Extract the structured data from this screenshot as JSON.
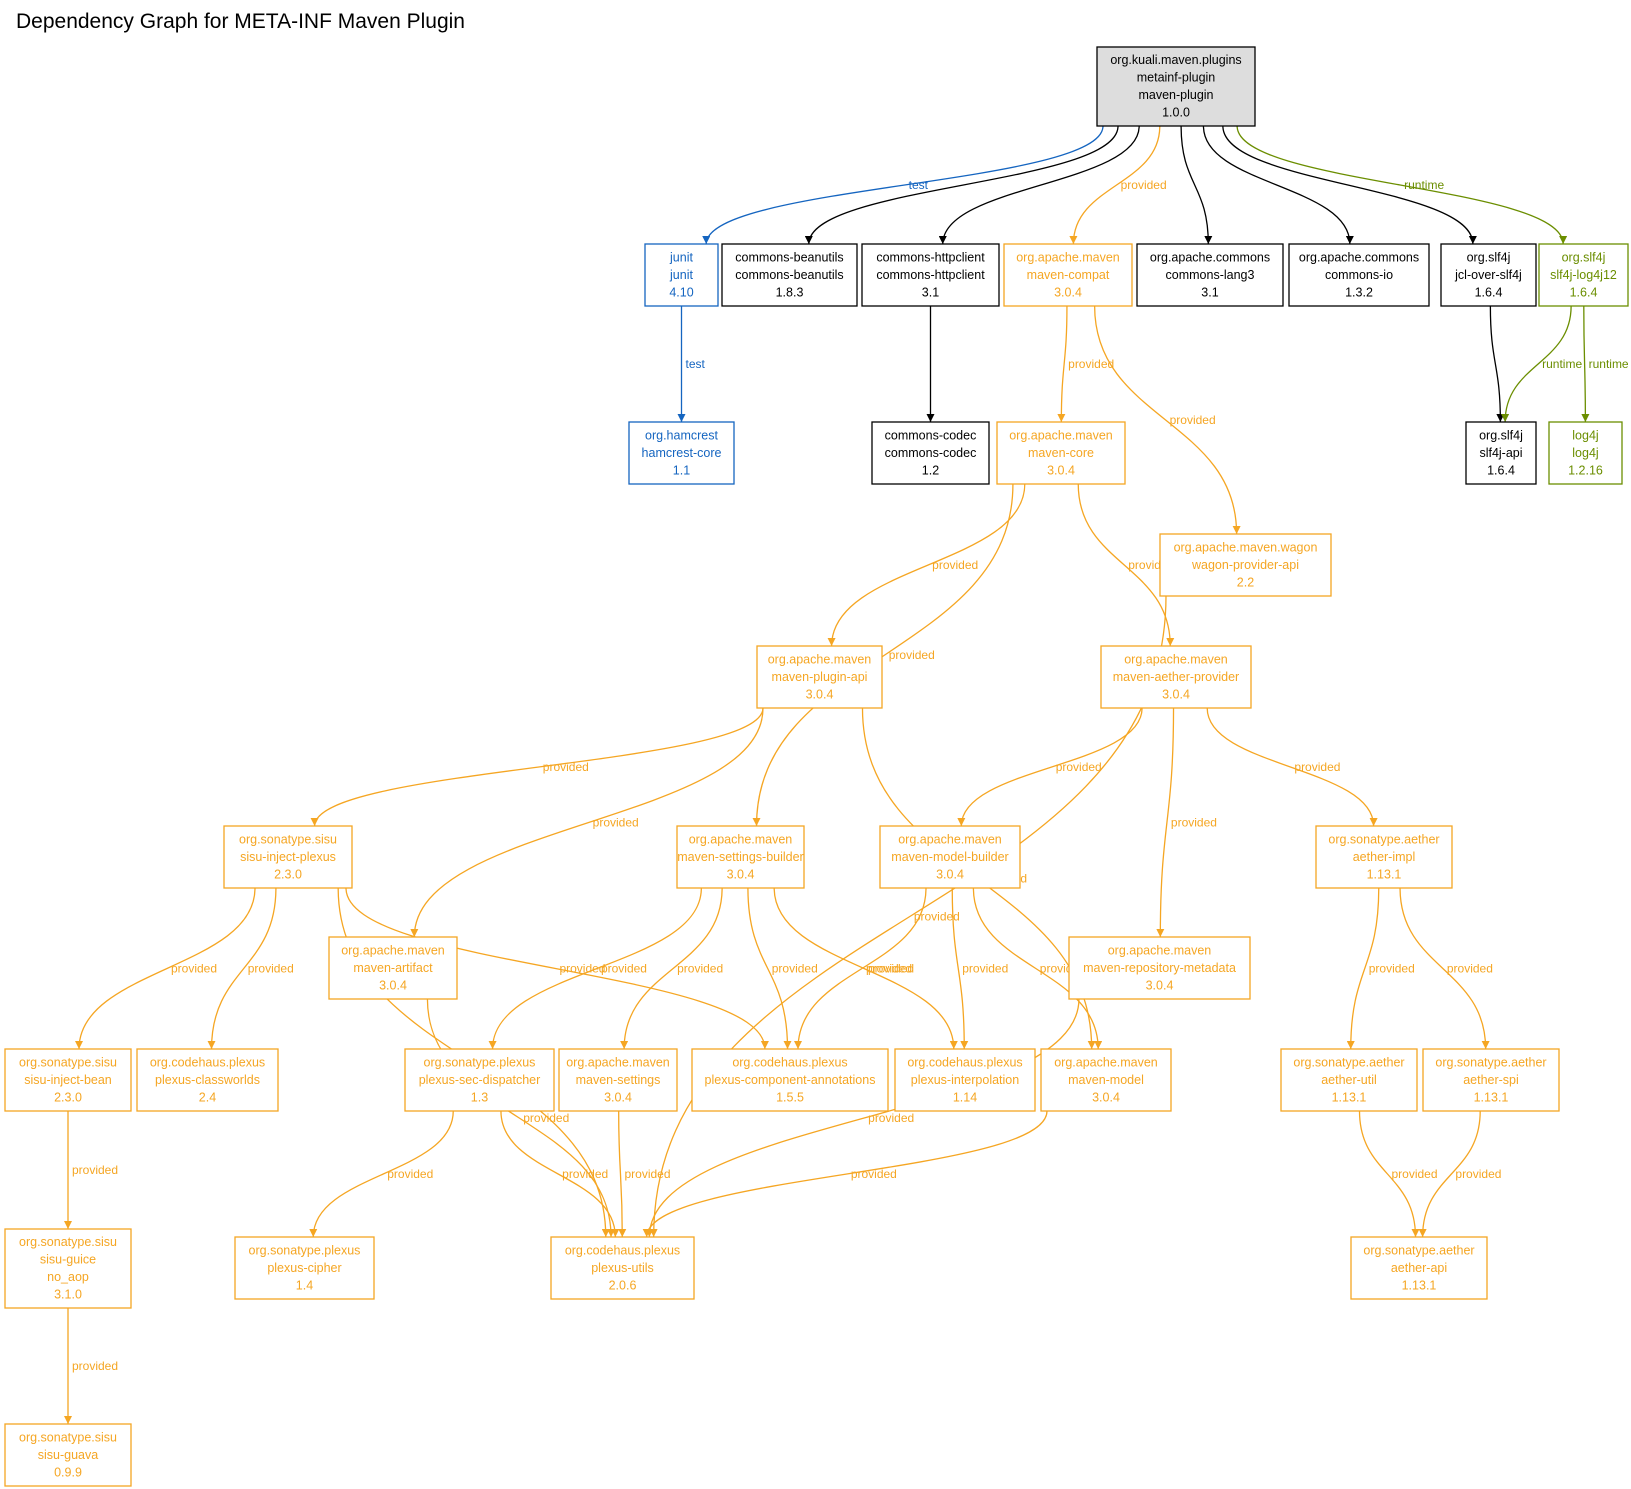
{
  "title": "Dependency Graph for META-INF Maven Plugin",
  "colors": {
    "compile": "#000000",
    "test": "#1565c0",
    "provided": "#f5a623",
    "runtime": "#6b8e00",
    "root_fill": "#dddddd"
  },
  "nodes": [
    {
      "id": "root",
      "scope": "root",
      "lines": [
        "org.kuali.maven.plugins",
        "metainf-plugin",
        "maven-plugin",
        "1.0.0"
      ]
    },
    {
      "id": "junit",
      "scope": "test",
      "lines": [
        "junit",
        "junit",
        "4.10"
      ]
    },
    {
      "id": "beanutils",
      "scope": "compile",
      "lines": [
        "commons-beanutils",
        "commons-beanutils",
        "1.8.3"
      ]
    },
    {
      "id": "httpclient",
      "scope": "compile",
      "lines": [
        "commons-httpclient",
        "commons-httpclient",
        "3.1"
      ]
    },
    {
      "id": "mcompat",
      "scope": "provided",
      "lines": [
        "org.apache.maven",
        "maven-compat",
        "3.0.4"
      ]
    },
    {
      "id": "lang3",
      "scope": "compile",
      "lines": [
        "org.apache.commons",
        "commons-lang3",
        "3.1"
      ]
    },
    {
      "id": "cio",
      "scope": "compile",
      "lines": [
        "org.apache.commons",
        "commons-io",
        "1.3.2"
      ]
    },
    {
      "id": "jcl",
      "scope": "compile",
      "lines": [
        "org.slf4j",
        "jcl-over-slf4j",
        "1.6.4"
      ]
    },
    {
      "id": "slf4jlog4j",
      "scope": "runtime",
      "lines": [
        "org.slf4j",
        "slf4j-log4j12",
        "1.6.4"
      ]
    },
    {
      "id": "hamcrest",
      "scope": "test",
      "lines": [
        "org.hamcrest",
        "hamcrest-core",
        "1.1"
      ]
    },
    {
      "id": "codec",
      "scope": "compile",
      "lines": [
        "commons-codec",
        "commons-codec",
        "1.2"
      ]
    },
    {
      "id": "mcore",
      "scope": "provided",
      "lines": [
        "org.apache.maven",
        "maven-core",
        "3.0.4"
      ]
    },
    {
      "id": "slf4japi",
      "scope": "compile",
      "lines": [
        "org.slf4j",
        "slf4j-api",
        "1.6.4"
      ]
    },
    {
      "id": "log4j",
      "scope": "runtime",
      "lines": [
        "log4j",
        "log4j",
        "1.2.16"
      ]
    },
    {
      "id": "wagon",
      "scope": "provided",
      "lines": [
        "org.apache.maven.wagon",
        "wagon-provider-api",
        "2.2"
      ]
    },
    {
      "id": "pluginapi",
      "scope": "provided",
      "lines": [
        "org.apache.maven",
        "maven-plugin-api",
        "3.0.4"
      ]
    },
    {
      "id": "aetherprov",
      "scope": "provided",
      "lines": [
        "org.apache.maven",
        "maven-aether-provider",
        "3.0.4"
      ]
    },
    {
      "id": "sisuplexus",
      "scope": "provided",
      "lines": [
        "org.sonatype.sisu",
        "sisu-inject-plexus",
        "2.3.0"
      ]
    },
    {
      "id": "settingsbuilder",
      "scope": "provided",
      "lines": [
        "org.apache.maven",
        "maven-settings-builder",
        "3.0.4"
      ]
    },
    {
      "id": "modelbuilder",
      "scope": "provided",
      "lines": [
        "org.apache.maven",
        "maven-model-builder",
        "3.0.4"
      ]
    },
    {
      "id": "aetherimpl",
      "scope": "provided",
      "lines": [
        "org.sonatype.aether",
        "aether-impl",
        "1.13.1"
      ]
    },
    {
      "id": "artifact",
      "scope": "provided",
      "lines": [
        "org.apache.maven",
        "maven-artifact",
        "3.0.4"
      ]
    },
    {
      "id": "repometa",
      "scope": "provided",
      "lines": [
        "org.apache.maven",
        "maven-repository-metadata",
        "3.0.4"
      ]
    },
    {
      "id": "sisubean",
      "scope": "provided",
      "lines": [
        "org.sonatype.sisu",
        "sisu-inject-bean",
        "2.3.0"
      ]
    },
    {
      "id": "classworlds",
      "scope": "provided",
      "lines": [
        "org.codehaus.plexus",
        "plexus-classworlds",
        "2.4"
      ]
    },
    {
      "id": "secdispatcher",
      "scope": "provided",
      "lines": [
        "org.sonatype.plexus",
        "plexus-sec-dispatcher",
        "1.3"
      ]
    },
    {
      "id": "msettings",
      "scope": "provided",
      "lines": [
        "org.apache.maven",
        "maven-settings",
        "3.0.4"
      ]
    },
    {
      "id": "compann",
      "scope": "provided",
      "lines": [
        "org.codehaus.plexus",
        "plexus-component-annotations",
        "1.5.5"
      ]
    },
    {
      "id": "interp",
      "scope": "provided",
      "lines": [
        "org.codehaus.plexus",
        "plexus-interpolation",
        "1.14"
      ]
    },
    {
      "id": "mmodel",
      "scope": "provided",
      "lines": [
        "org.apache.maven",
        "maven-model",
        "3.0.4"
      ]
    },
    {
      "id": "aetherutil",
      "scope": "provided",
      "lines": [
        "org.sonatype.aether",
        "aether-util",
        "1.13.1"
      ]
    },
    {
      "id": "aetherspi",
      "scope": "provided",
      "lines": [
        "org.sonatype.aether",
        "aether-spi",
        "1.13.1"
      ]
    },
    {
      "id": "sisuguice",
      "scope": "provided",
      "lines": [
        "org.sonatype.sisu",
        "sisu-guice",
        "no_aop",
        "3.1.0"
      ]
    },
    {
      "id": "cipher",
      "scope": "provided",
      "lines": [
        "org.sonatype.plexus",
        "plexus-cipher",
        "1.4"
      ]
    },
    {
      "id": "putils",
      "scope": "provided",
      "lines": [
        "org.codehaus.plexus",
        "plexus-utils",
        "2.0.6"
      ]
    },
    {
      "id": "aetherapi",
      "scope": "provided",
      "lines": [
        "org.sonatype.aether",
        "aether-api",
        "1.13.1"
      ]
    },
    {
      "id": "guava",
      "scope": "provided",
      "lines": [
        "org.sonatype.sisu",
        "sisu-guava",
        "0.9.9"
      ]
    }
  ],
  "edges": [
    {
      "from": "root",
      "to": "junit",
      "scope": "test",
      "label": "test"
    },
    {
      "from": "root",
      "to": "beanutils",
      "scope": "compile",
      "label": ""
    },
    {
      "from": "root",
      "to": "httpclient",
      "scope": "compile",
      "label": ""
    },
    {
      "from": "root",
      "to": "mcompat",
      "scope": "provided",
      "label": "provided"
    },
    {
      "from": "root",
      "to": "lang3",
      "scope": "compile",
      "label": ""
    },
    {
      "from": "root",
      "to": "cio",
      "scope": "compile",
      "label": ""
    },
    {
      "from": "root",
      "to": "jcl",
      "scope": "compile",
      "label": ""
    },
    {
      "from": "root",
      "to": "slf4jlog4j",
      "scope": "runtime",
      "label": "runtime"
    },
    {
      "from": "junit",
      "to": "hamcrest",
      "scope": "test",
      "label": "test"
    },
    {
      "from": "httpclient",
      "to": "codec",
      "scope": "compile",
      "label": ""
    },
    {
      "from": "mcompat",
      "to": "mcore",
      "scope": "provided",
      "label": "provided"
    },
    {
      "from": "mcompat",
      "to": "wagon",
      "scope": "provided",
      "label": "provided"
    },
    {
      "from": "jcl",
      "to": "slf4japi",
      "scope": "compile",
      "label": ""
    },
    {
      "from": "slf4jlog4j",
      "to": "slf4japi",
      "scope": "runtime",
      "label": "runtime"
    },
    {
      "from": "slf4jlog4j",
      "to": "log4j",
      "scope": "runtime",
      "label": "runtime"
    },
    {
      "from": "mcore",
      "to": "pluginapi",
      "scope": "provided",
      "label": "provided"
    },
    {
      "from": "mcore",
      "to": "settingsbuilder",
      "scope": "provided",
      "label": "provided"
    },
    {
      "from": "mcore",
      "to": "aetherprov",
      "scope": "provided",
      "label": "provided"
    },
    {
      "from": "wagon",
      "to": "putils",
      "scope": "provided",
      "label": "provided"
    },
    {
      "from": "pluginapi",
      "to": "sisuplexus",
      "scope": "provided",
      "label": "provided"
    },
    {
      "from": "pluginapi",
      "to": "artifact",
      "scope": "provided",
      "label": "provided"
    },
    {
      "from": "pluginapi",
      "to": "mmodel",
      "scope": "provided",
      "label": "provided"
    },
    {
      "from": "aetherprov",
      "to": "modelbuilder",
      "scope": "provided",
      "label": "provided"
    },
    {
      "from": "aetherprov",
      "to": "repometa",
      "scope": "provided",
      "label": "provided"
    },
    {
      "from": "aetherprov",
      "to": "aetherimpl",
      "scope": "provided",
      "label": "provided"
    },
    {
      "from": "sisuplexus",
      "to": "sisubean",
      "scope": "provided",
      "label": "provided"
    },
    {
      "from": "sisuplexus",
      "to": "classworlds",
      "scope": "provided",
      "label": "provided"
    },
    {
      "from": "sisuplexus",
      "to": "putils",
      "scope": "provided",
      "label": "provided"
    },
    {
      "from": "sisuplexus",
      "to": "compann",
      "scope": "provided",
      "label": "provided"
    },
    {
      "from": "settingsbuilder",
      "to": "secdispatcher",
      "scope": "provided",
      "label": "provided"
    },
    {
      "from": "settingsbuilder",
      "to": "msettings",
      "scope": "provided",
      "label": "provided"
    },
    {
      "from": "settingsbuilder",
      "to": "compann",
      "scope": "provided",
      "label": "provided"
    },
    {
      "from": "settingsbuilder",
      "to": "interp",
      "scope": "provided",
      "label": "provided"
    },
    {
      "from": "modelbuilder",
      "to": "compann",
      "scope": "provided",
      "label": "provided"
    },
    {
      "from": "modelbuilder",
      "to": "interp",
      "scope": "provided",
      "label": "provided"
    },
    {
      "from": "modelbuilder",
      "to": "mmodel",
      "scope": "provided",
      "label": "provided"
    },
    {
      "from": "aetherimpl",
      "to": "aetherutil",
      "scope": "provided",
      "label": "provided"
    },
    {
      "from": "aetherimpl",
      "to": "aetherspi",
      "scope": "provided",
      "label": "provided"
    },
    {
      "from": "artifact",
      "to": "putils",
      "scope": "provided",
      "label": "provided"
    },
    {
      "from": "repometa",
      "to": "putils",
      "scope": "provided",
      "label": "provided"
    },
    {
      "from": "sisubean",
      "to": "sisuguice",
      "scope": "provided",
      "label": "provided"
    },
    {
      "from": "secdispatcher",
      "to": "cipher",
      "scope": "provided",
      "label": "provided"
    },
    {
      "from": "secdispatcher",
      "to": "putils",
      "scope": "provided",
      "label": "provided"
    },
    {
      "from": "msettings",
      "to": "putils",
      "scope": "provided",
      "label": "provided"
    },
    {
      "from": "mmodel",
      "to": "putils",
      "scope": "provided",
      "label": "provided"
    },
    {
      "from": "aetherutil",
      "to": "aetherapi",
      "scope": "provided",
      "label": "provided"
    },
    {
      "from": "aetherspi",
      "to": "aetherapi",
      "scope": "provided",
      "label": "provided"
    },
    {
      "from": "sisuguice",
      "to": "guava",
      "scope": "provided",
      "label": "provided"
    }
  ]
}
